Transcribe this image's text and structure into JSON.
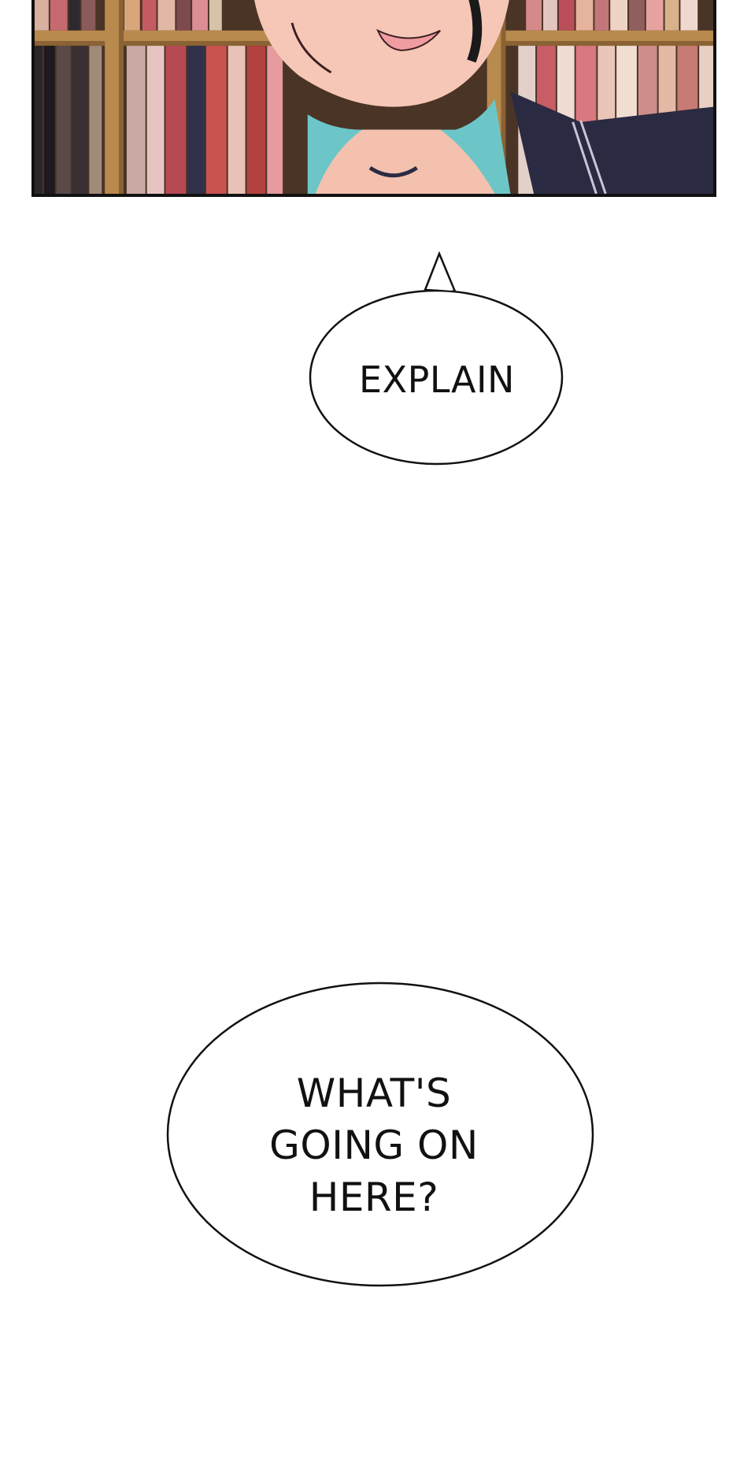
{
  "panel": {
    "scene": "library-bookshelf",
    "colors": {
      "shelf_wood": "#b98a4d",
      "shirt": "#6cc6c8",
      "skin": "#f6c7b6",
      "jacket": "#2a2b42",
      "lips": "#f09ca0"
    }
  },
  "bubbles": [
    {
      "text": "EXPLAIN"
    },
    {
      "text": "WHAT'S\nGOING ON\nHERE?"
    }
  ]
}
